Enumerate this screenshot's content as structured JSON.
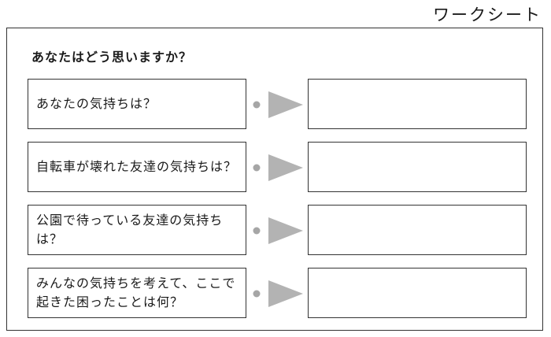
{
  "worksheet": {
    "title": "ワークシート",
    "prompt": "あなたはどう思いますか？",
    "rows": [
      {
        "question": "あなたの気持ちは？",
        "answer": ""
      },
      {
        "question": "自転車が壊れた友達の気持ちは？",
        "answer": ""
      },
      {
        "question": "公園で待っている友達の気持ちは？",
        "answer": ""
      },
      {
        "question": "みんなの気持ちを考えて、ここで起きた困ったことは何？",
        "answer": ""
      }
    ]
  },
  "colors": {
    "border": "#333333",
    "arrow": "#b3b3b3",
    "dot": "#a6a6a6"
  }
}
